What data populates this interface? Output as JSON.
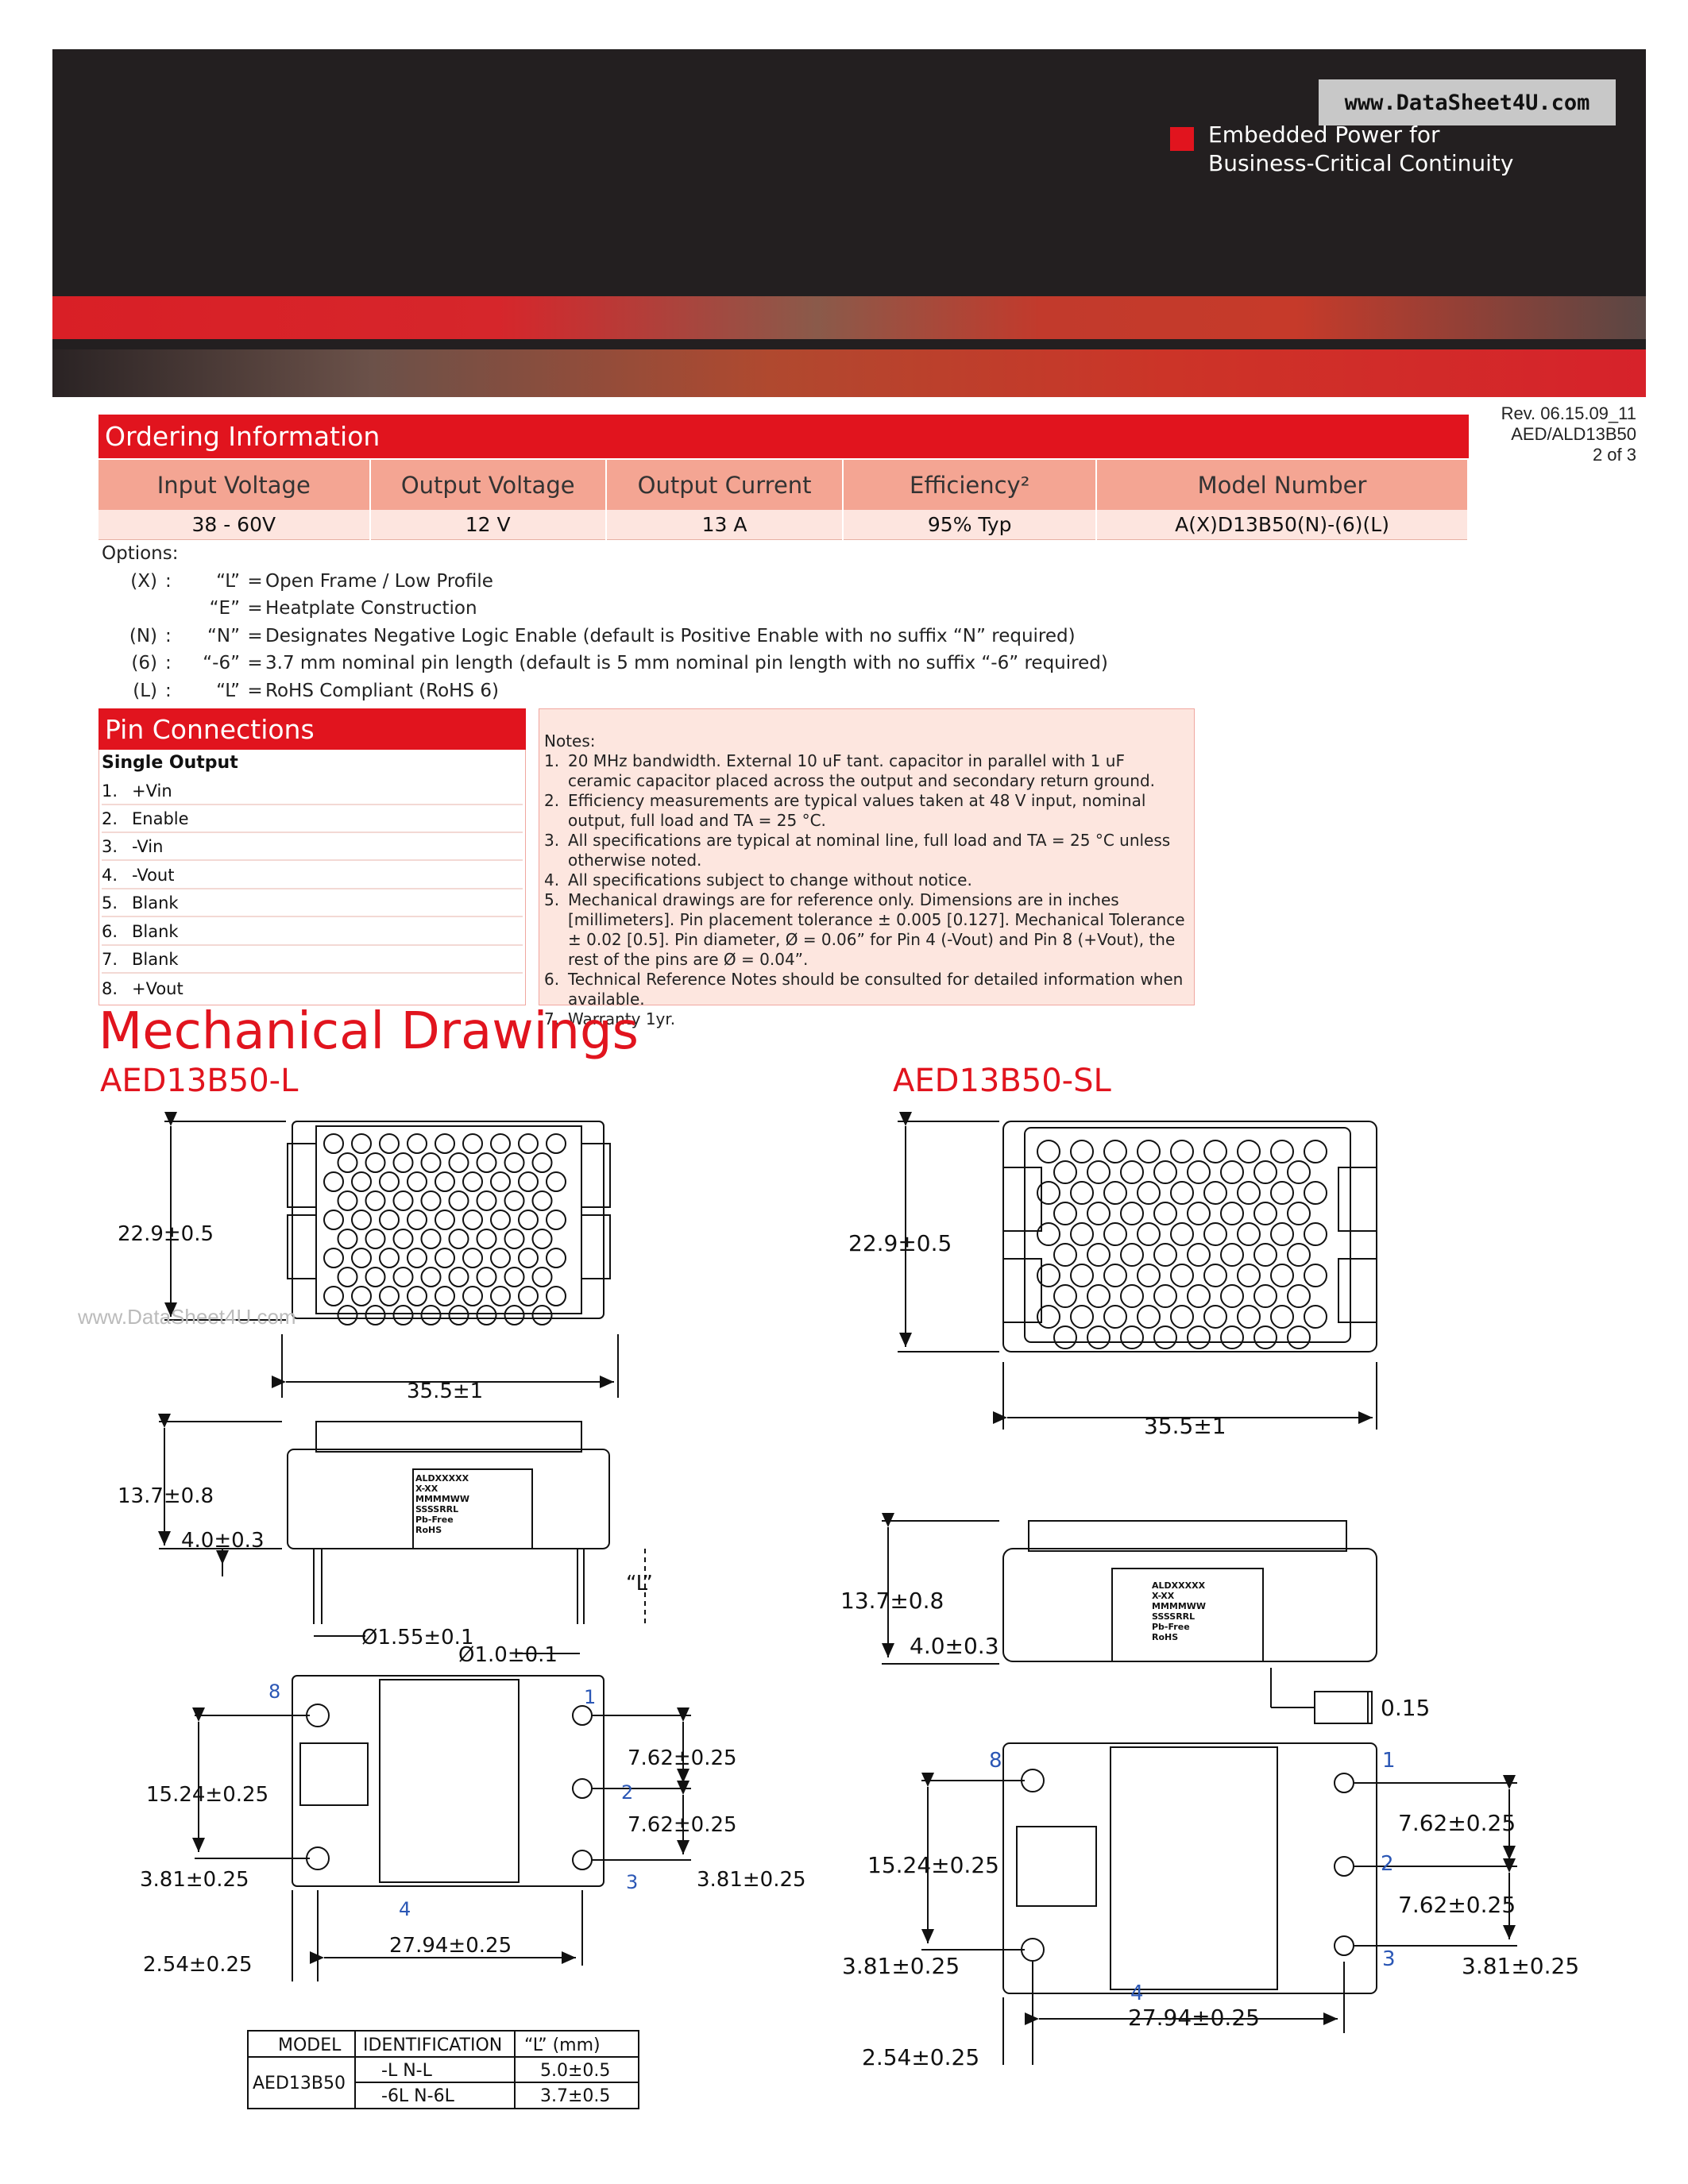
{
  "header": {
    "watermark": "www.DataSheet4U.com",
    "tagline_line1": "Embedded Power for",
    "tagline_line2": "Business-Critical Continuity",
    "brand_color": "#e1141e"
  },
  "revision": {
    "rev": "Rev. 06.15.09_11",
    "doc": "AED/ALD13B50",
    "page": "2 of 3"
  },
  "ordering": {
    "title": "Ordering Information",
    "columns": [
      "Input Voltage",
      "Output  Voltage",
      "Output Current",
      "Efficiency²",
      "Model Number"
    ],
    "row": [
      "38 - 60V",
      "12 V",
      "13 A",
      "95% Typ",
      "A(X)D13B50(N)-(6)(L)"
    ],
    "options_label": "Options:",
    "options": [
      {
        "key": "(X)",
        "code": "“L”",
        "desc": "Open Frame / Low Profile"
      },
      {
        "key": "",
        "code": "“E”",
        "desc": "Heatplate Construction"
      },
      {
        "key": "(N)",
        "code": "“N”",
        "desc": "Designates Negative Logic Enable (default is Positive Enable with no suffix “N” required)"
      },
      {
        "key": "(6)",
        "code": "“-6”",
        "desc": "3.7 mm nominal pin length (default is 5 mm nominal pin length with no suffix “-6” required)"
      },
      {
        "key": "(L)",
        "code": "“L”",
        "desc": "RoHS Compliant (RoHS 6)"
      }
    ]
  },
  "pins": {
    "title": "Pin Connections",
    "subtitle": "Single Output",
    "items": [
      {
        "n": "1.",
        "name": "+Vin"
      },
      {
        "n": "2.",
        "name": "Enable"
      },
      {
        "n": "3.",
        "name": "-Vin"
      },
      {
        "n": "4.",
        "name": "-Vout"
      },
      {
        "n": "5.",
        "name": "Blank"
      },
      {
        "n": "6.",
        "name": "Blank"
      },
      {
        "n": "7.",
        "name": "Blank"
      },
      {
        "n": "8.",
        "name": "+Vout"
      }
    ]
  },
  "notes": {
    "title": "Notes:",
    "items": [
      {
        "n": "1.",
        "text": "20 MHz bandwidth. External 10 uF tant. capacitor in parallel with 1 uF ceramic capacitor placed across the output and secondary return ground."
      },
      {
        "n": "2.",
        "text": "Efficiency measurements are typical values taken at 48 V input, nominal output, full load and TA = 25 °C."
      },
      {
        "n": "3.",
        "text": "All specifications are typical at nominal line, full load and TA = 25 °C unless otherwise noted."
      },
      {
        "n": "4.",
        "text": "All specifications subject to change without notice."
      },
      {
        "n": "5.",
        "text": "Mechanical drawings are for reference only. Dimensions are in inches [millimeters]. Pin placement tolerance ± 0.005 [0.127]. Mechanical Tolerance ± 0.02 [0.5]. Pin diameter, Ø = 0.06” for Pin 4 (-Vout) and Pin 8 (+Vout), the rest of the pins are Ø = 0.04”."
      },
      {
        "n": "6.",
        "text": "Technical Reference Notes should be consulted for detailed information when available."
      },
      {
        "n": "7.",
        "text": "Warranty 1yr."
      }
    ]
  },
  "mechanical": {
    "title": "Mechanical Drawings",
    "watermark": "www.DataSheet4U.com",
    "left": {
      "label": "AED13B50-L",
      "dim_height": "22.9±0.5",
      "dim_width": "35.5±1",
      "dim_side_height": "13.7±0.8",
      "dim_standoff": "4.0±0.3",
      "dim_L": "“L”",
      "dim_pin_big": "Ø1.55±0.1",
      "dim_pin_small": "Ø1.0±0.1",
      "dim_pitch1": "7.62±0.25",
      "dim_pitch2": "7.62±0.25",
      "dim_span": "15.24±0.25",
      "dim_edge_left": "3.81±0.25",
      "dim_edge_right": "3.81±0.25",
      "dim_x": "27.94±0.25",
      "dim_x_edge": "2.54±0.25",
      "pin_labels": [
        "1",
        "2",
        "3",
        "4",
        "8"
      ],
      "label_lines": [
        "ALDXXXXX",
        "X-XX",
        "MMMMWW",
        "SSSSRRL",
        "Pb-Free",
        "RoHS"
      ]
    },
    "right": {
      "label": "AED13B50-SL",
      "dim_height": "22.9±0.5",
      "dim_width": "35.5±1",
      "dim_side_height": "13.7±0.8",
      "dim_standoff": "4.0±0.3",
      "dim_flatness": "0.15",
      "dim_pitch1": "7.62±0.25",
      "dim_pitch2": "7.62±0.25",
      "dim_span": "15.24±0.25",
      "dim_edge_left": "3.81±0.25",
      "dim_edge_right": "3.81±0.25",
      "dim_x": "27.94±0.25",
      "dim_x_edge": "2.54±0.25",
      "pin_labels": [
        "1",
        "2",
        "3",
        "4",
        "8"
      ],
      "label_lines": [
        "ALDXXXXX",
        "X-XX",
        "MMMMWW",
        "SSSSRRL",
        "Pb-Free",
        "RoHS"
      ]
    },
    "table": {
      "headers": [
        "MODEL",
        "IDENTIFICATION",
        "“L”  (mm)"
      ],
      "model": "AED13B50",
      "rows": [
        {
          "id": "-L   N-L",
          "L": "5.0±0.5"
        },
        {
          "id": "-6L  N-6L",
          "L": "3.7±0.5"
        }
      ]
    }
  }
}
